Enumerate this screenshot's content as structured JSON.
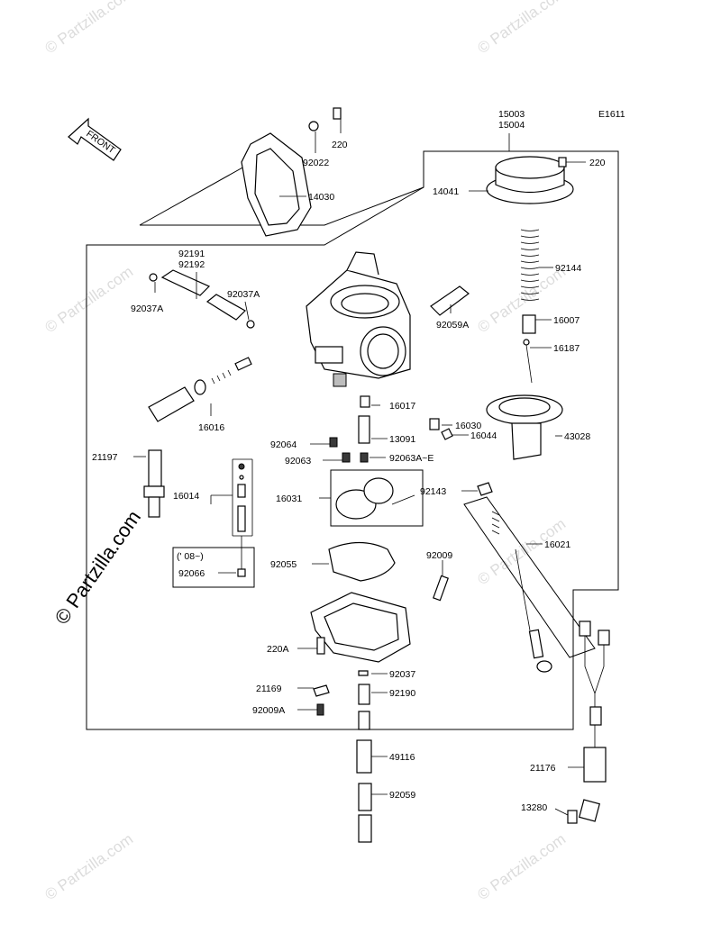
{
  "diagram": {
    "code": "E1611",
    "front_label": "FRONT",
    "edition_note": "(' 08~)",
    "watermark": "© Partzilla.com",
    "watermark_small": "© Partzilla.com"
  },
  "parts": {
    "p15003": "15003",
    "p15004": "15004",
    "p220_top": "220",
    "p220_right": "220",
    "p92022": "92022",
    "p14030": "14030",
    "p14041": "14041",
    "p92144": "92144",
    "p16007": "16007",
    "p16187": "16187",
    "p92191": "92191",
    "p92192": "92192",
    "p92037A_left": "92037A",
    "p92037A_right": "92037A",
    "p92059A": "92059A",
    "p16016": "16016",
    "p16017": "16017",
    "p16030": "16030",
    "p16044": "16044",
    "p13091": "13091",
    "p43028": "43028",
    "p92064": "92064",
    "p92063": "92063",
    "p92063AE": "92063A~E",
    "p21197": "21197",
    "p16014": "16014",
    "p16031": "16031",
    "p92143": "92143",
    "p92066": "92066",
    "p92055": "92055",
    "p92009": "92009",
    "p16021": "16021",
    "p220A": "220A",
    "p92037": "92037",
    "p21169": "21169",
    "p92190": "92190",
    "p92009A": "92009A",
    "p49116": "49116",
    "p21176": "21176",
    "p92059": "92059",
    "p13280": "13280"
  }
}
